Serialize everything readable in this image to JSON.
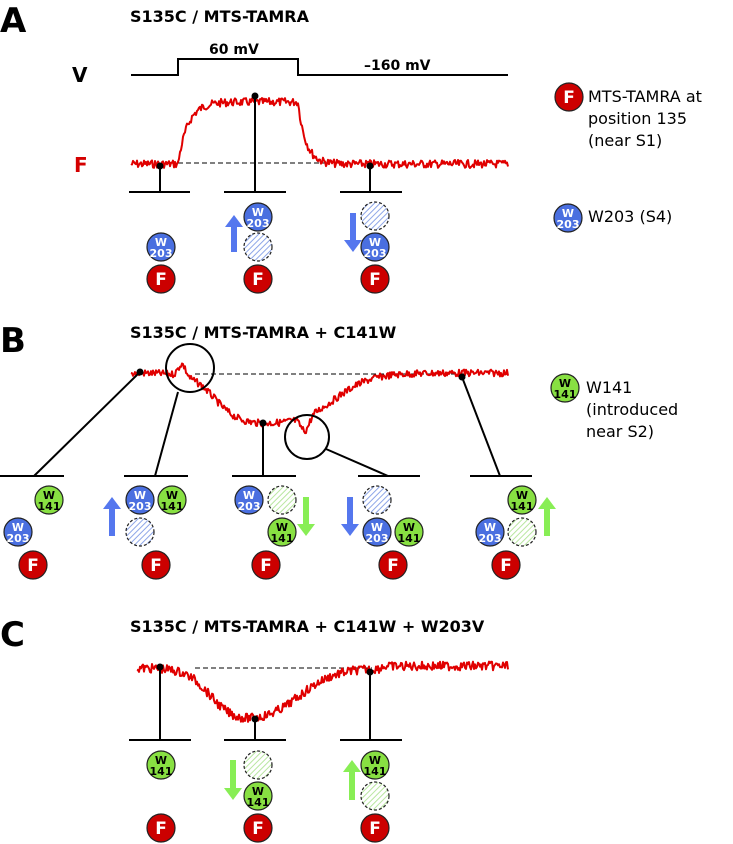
{
  "colors": {
    "trace": "#e00000",
    "fluorophore": "#cc0000",
    "w203": "#4a6fe0",
    "w141": "#88e042",
    "arrow_blue": "#5577ee",
    "arrow_green": "#88ee55",
    "hatch_blue": "#8ea6e8",
    "hatch_green": "#b8e6a0"
  },
  "panels": [
    {
      "letter": "A",
      "title": "S135C / MTS-TAMRA",
      "voltage_label": "V",
      "fluorescence_label": "F",
      "depolarized_label": "60 mV",
      "hyperpolarized_label": "–160 mV",
      "states": [
        {
          "arrow": "none",
          "beads": [
            "W203 at rest (near F)",
            "F"
          ]
        },
        {
          "arrow": "up-blue",
          "beads": [
            "W203 moved up",
            "empty site (hatched blue)",
            "F"
          ]
        },
        {
          "arrow": "down-blue",
          "beads": [
            "empty site (hatched blue)",
            "W203 returned",
            "F"
          ]
        }
      ]
    },
    {
      "letter": "B",
      "title": "S135C / MTS-TAMRA + C141W",
      "states": [
        {
          "arrow": "none",
          "beads": [
            "W141",
            "W203",
            "F"
          ]
        },
        {
          "arrow": "up-blue",
          "beads": [
            "W203",
            "W141",
            "empty site (hatched blue)",
            "F"
          ]
        },
        {
          "arrow": "down-green",
          "beads": [
            "W203",
            "empty site (hatched green)",
            "W141",
            "F"
          ]
        },
        {
          "arrow": "down-blue",
          "beads": [
            "empty site (hatched blue)",
            "W203",
            "W141",
            "F"
          ]
        },
        {
          "arrow": "up-green",
          "beads": [
            "W141",
            "W203",
            "empty site (hatched green)",
            "F"
          ]
        }
      ]
    },
    {
      "letter": "C",
      "title": "S135C / MTS-TAMRA + C141W + W203V",
      "states": [
        {
          "arrow": "none",
          "beads": [
            "W141",
            "F"
          ]
        },
        {
          "arrow": "down-green",
          "beads": [
            "empty site (hatched green)",
            "W141",
            "F"
          ]
        },
        {
          "arrow": "up-green",
          "beads": [
            "W141",
            "empty site (hatched green)",
            "F"
          ]
        }
      ]
    }
  ],
  "beads": {
    "f": {
      "line1": "F"
    },
    "w203": {
      "line1": "W",
      "line2": "203"
    },
    "w141": {
      "line1": "W",
      "line2": "141"
    }
  },
  "legend": [
    {
      "bead": "F",
      "lines": [
        "MTS-TAMRA at",
        "position 135",
        "(near S1)"
      ]
    },
    {
      "bead": "W203",
      "lines": [
        "W203 (S4)"
      ]
    },
    {
      "bead": "W141",
      "lines": [
        "W141",
        "(introduced",
        "near S2)"
      ]
    }
  ]
}
